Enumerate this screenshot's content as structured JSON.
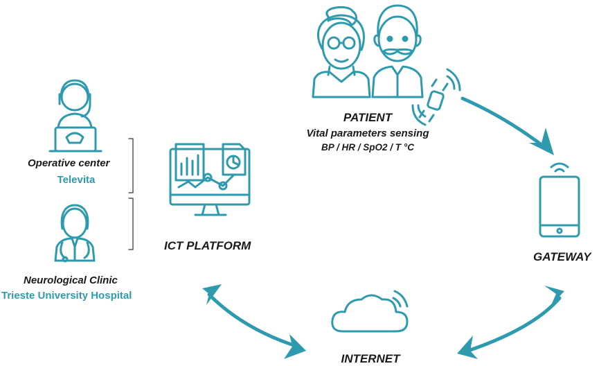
{
  "colors": {
    "accent": "#2e9aad",
    "text": "#1a1a1a",
    "background": "#ffffff"
  },
  "patient": {
    "title": "PATIENT",
    "sensing": "Vital parameters sensing",
    "params": "BP / HR / SpO2 / T °C",
    "icons": [
      "elderly-woman-icon",
      "elderly-man-icon",
      "smartwatch-icon"
    ]
  },
  "gateway": {
    "label": "GATEWAY",
    "icon": "tablet-icon"
  },
  "internet": {
    "label": "INTERNET",
    "icon": "cloud-icon"
  },
  "ict_platform": {
    "label": "ICT PLATFORM",
    "icon": "monitor-dashboard-icon"
  },
  "operative_center": {
    "title": "Operative center",
    "name": "Televita",
    "icon": "operator-headset-icon"
  },
  "neurological_clinic": {
    "title": "Neurological Clinic",
    "name": "Trieste University Hospital",
    "icon": "doctor-icon"
  }
}
